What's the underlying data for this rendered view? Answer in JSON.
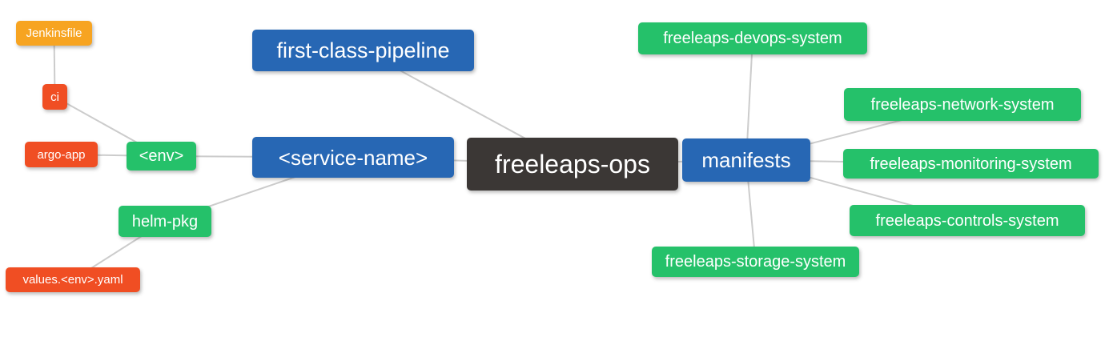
{
  "canvas": {
    "background": "#ffffff",
    "edge_color": "#cccccc",
    "edge_width": 2
  },
  "palette": {
    "root": "#3b3735",
    "primary_branch": "#2767b4",
    "secondary_branch": "#25c16a",
    "tertiary_branch": "#f04e23",
    "leaf": "#f7a421",
    "text": "#ffffff"
  },
  "nodes": {
    "freeleaps_ops": {
      "label": "freeleaps-ops"
    },
    "first_class_pipeline": {
      "label": "first-class-pipeline"
    },
    "service_name": {
      "label": "<service-name>"
    },
    "manifests": {
      "label": "manifests"
    },
    "env": {
      "label": "<env>"
    },
    "helm_pkg": {
      "label": "helm-pkg"
    },
    "ci": {
      "label": "ci"
    },
    "argo_app": {
      "label": "argo-app"
    },
    "jenkinsfile": {
      "label": "Jenkinsfile"
    },
    "values_env_yaml": {
      "label": "values.<env>.yaml"
    },
    "devops_system": {
      "label": "freeleaps-devops-system"
    },
    "network_system": {
      "label": "freeleaps-network-system"
    },
    "monitoring_system": {
      "label": "freeleaps-monitoring-system"
    },
    "controls_system": {
      "label": "freeleaps-controls-system"
    },
    "storage_system": {
      "label": "freeleaps-storage-system"
    }
  },
  "edges": [
    {
      "from": "jenkinsfile",
      "to": "ci"
    },
    {
      "from": "ci",
      "to": "env"
    },
    {
      "from": "argo_app",
      "to": "env"
    },
    {
      "from": "env",
      "to": "service_name"
    },
    {
      "from": "helm_pkg",
      "to": "service_name"
    },
    {
      "from": "values_env_yaml",
      "to": "helm_pkg"
    },
    {
      "from": "first_class_pipeline",
      "to": "freeleaps_ops"
    },
    {
      "from": "service_name",
      "to": "freeleaps_ops"
    },
    {
      "from": "freeleaps_ops",
      "to": "manifests"
    },
    {
      "from": "manifests",
      "to": "devops_system"
    },
    {
      "from": "manifests",
      "to": "network_system"
    },
    {
      "from": "manifests",
      "to": "monitoring_system"
    },
    {
      "from": "manifests",
      "to": "controls_system"
    },
    {
      "from": "manifests",
      "to": "storage_system"
    }
  ]
}
